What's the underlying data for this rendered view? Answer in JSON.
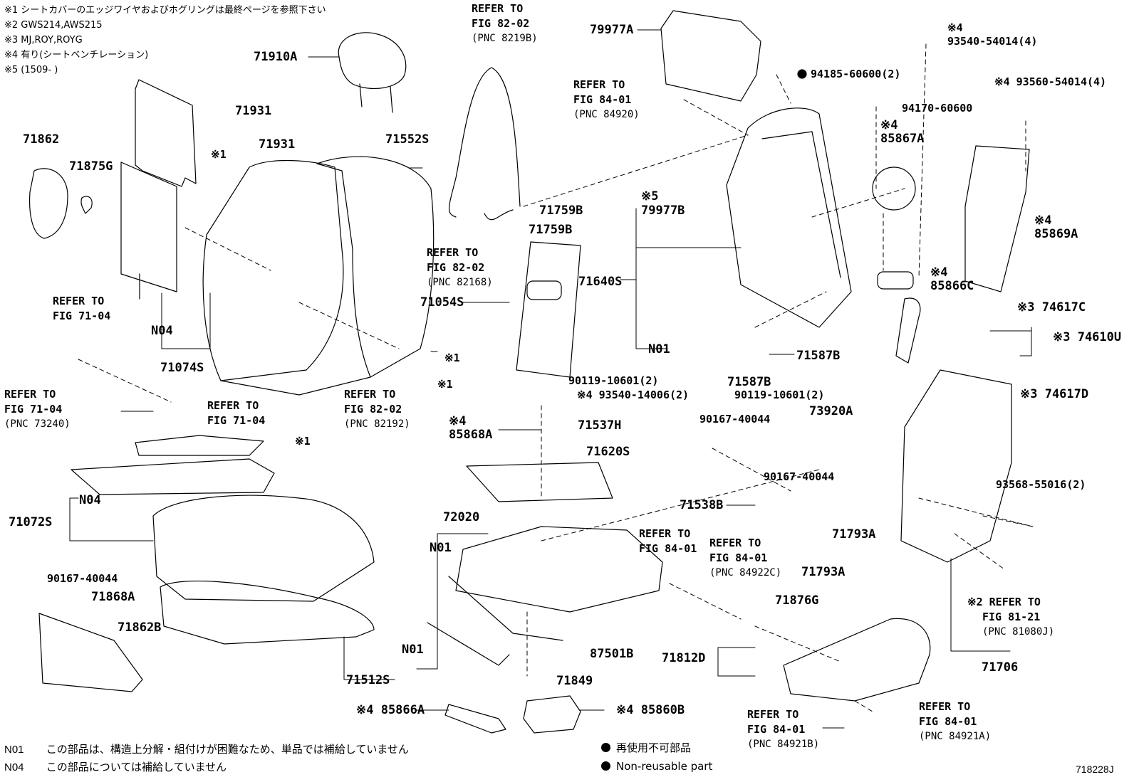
{
  "notes": [
    "※1 シートカバーのエッジワイヤおよびホグリングは最終ページを参照下さい",
    "※2 GWS214,AWS215",
    "※3 MJ,ROY,ROYG",
    "※4 有り(シートベンチレーション)",
    "※5 (1509-      )"
  ],
  "parts": {
    "p79977A": "79977A",
    "p71910A": "71910A",
    "p71931a": "71931",
    "p71931b": "71931",
    "p71552S": "71552S",
    "p71862": "71862",
    "p71875G": "71875G",
    "n1a": "※1",
    "p71759Ba": "71759B",
    "p71759Bb": "71759B",
    "p71640S": "71640S",
    "p79977B": "※5\n79977B",
    "p71054S": "71054S",
    "n1b": "※1",
    "n1c": "※1",
    "p71074S": "71074S",
    "p71587Ba": "71587B",
    "p71587Bb": "71587B",
    "N01a": "N01",
    "N04a": "N04",
    "p94185": "94185-60600(2)",
    "p93540_54014": "※4\n93540-54014(4)",
    "p94170": "94170-60600",
    "p93560": "※4 93560-54014(4)",
    "p85867A": "※4\n85867A",
    "p85869A": "※4\n85869A",
    "p85866C": "※4\n85866C",
    "p74617C": "※3  74617C",
    "p74610U": "※3 74610U",
    "p74617D": "※3 74617D",
    "p90119a": "90119-10601(2)",
    "p90119b": "90119-10601(2)",
    "p73920A": "73920A",
    "p93540_14006": "※4 93540-14006(2)",
    "p85868A": "※4\n85868A",
    "n1d": "※1",
    "p71537H": "71537H",
    "p71620S": "71620S",
    "p90167a": "90167-40044",
    "p90167b": "90167-40044",
    "p71538B": "71538B",
    "p93568": "93568-55016(2)",
    "N04b": "N04",
    "p71072S": "71072S",
    "p72020": "72020",
    "N01b": "N01",
    "p71793Aa": "71793A",
    "p71793Ab": "71793A",
    "p90167c": "90167-40044",
    "p71868A": "71868A",
    "p71862B": "71862B",
    "N01c": "N01",
    "p87501B": "87501B",
    "p71876G": "71876G",
    "p71849": "71849",
    "p71512S": "71512S",
    "p71812D": "71812D",
    "p71706": "71706",
    "p85866A": "※4 85866A",
    "p85860B": "※4 85860B"
  },
  "refs": {
    "r1": {
      "l1": "REFER TO",
      "l2": "FIG 82-02",
      "l3": "(PNC 8219B)"
    },
    "r2": {
      "l1": "REFER TO",
      "l2": "FIG 84-01",
      "l3": "(PNC 84920)"
    },
    "r3": {
      "l1": "REFER TO",
      "l2": "FIG 82-02",
      "l3": "(PNC 82168)"
    },
    "r4": {
      "l1": "REFER TO",
      "l2": "FIG 71-04",
      "l3": ""
    },
    "r5": {
      "l1": "REFER TO",
      "l2": "FIG 71-04",
      "l3": "(PNC 73240)"
    },
    "r6": {
      "l1": "REFER TO",
      "l2": "FIG 71-04",
      "l3": ""
    },
    "r7": {
      "l1": "REFER TO",
      "l2": "FIG 82-02",
      "l3": "(PNC 82192)"
    },
    "r8": {
      "l1": "REFER TO",
      "l2": "FIG 84-01",
      "l3": ""
    },
    "r9": {
      "l1": "REFER TO",
      "l2": "FIG 84-01",
      "l3": "(PNC 84922C)"
    },
    "r10": {
      "l1": "※2 REFER TO",
      "l2": "FIG 81-21",
      "l3": "(PNC 81080J)"
    },
    "r11": {
      "l1": "REFER TO",
      "l2": "FIG 84-01",
      "l3": "(PNC 84921B)"
    },
    "r12": {
      "l1": "REFER TO",
      "l2": "FIG 84-01",
      "l3": "(PNC 84921A)"
    }
  },
  "legend": [
    {
      "code": "N01",
      "text": "この部品は、構造上分解・組付けが困難なため、単品では補給していません"
    },
    {
      "code": "N04",
      "text": "この部品については補給していません"
    }
  ],
  "key": [
    "再使用不可部品",
    "Non-reusable part"
  ],
  "figure_number": "718228J"
}
